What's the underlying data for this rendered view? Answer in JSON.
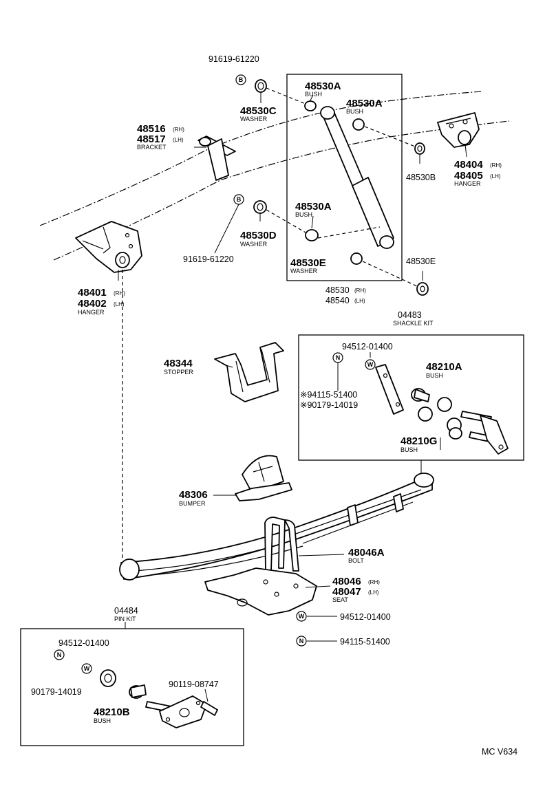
{
  "labels": {
    "p91619_top": "91619-61220",
    "p91619_mid": "91619-61220",
    "p48530C": "48530C",
    "p48530D": "48530D",
    "p48530A_1": "48530A",
    "p48530A_2": "48530A",
    "p48530A_3": "48530A",
    "p48530B": "48530B",
    "p48530E_1": "48530E",
    "p48530E_2": "48530E",
    "p48530_rh": "48530",
    "p48540_lh": "48540",
    "p48516": "48516",
    "p48517": "48517",
    "p48404": "48404",
    "p48405": "48405",
    "p48401": "48401",
    "p48402": "48402",
    "p04483": "04483",
    "p94512_kit": "94512-01400",
    "p94115_kit": "※94115-51400",
    "p90179_kit": "※90179-14019",
    "p48210A": "48210A",
    "p48210G": "48210G",
    "p48344": "48344",
    "p48306": "48306",
    "p48046A": "48046A",
    "p48046": "48046",
    "p48047": "48047",
    "p94512_seat": "94512-01400",
    "p94115_seat": "94115-51400",
    "p04484": "04484",
    "p94512_pin": "94512-01400",
    "p90179_pin": "90179-14019",
    "p90119": "90119-08747",
    "p48210B": "48210B",
    "ref": "MC V634"
  },
  "captions": {
    "washer_c": "WASHER",
    "washer_d": "WASHER",
    "washer_e": "WASHER",
    "bush_1": "BUSH",
    "bush_2": "BUSH",
    "bush_3": "BUSH",
    "bush_48210A": "BUSH",
    "bush_48210G": "BUSH",
    "bush_48210B": "BUSH",
    "bracket": "BRACKET",
    "hanger_rear": "HANGER",
    "hanger_front": "HANGER",
    "shackle_kit": "SHACKLE KIT",
    "stopper": "STOPPER",
    "bumper": "BUMPER",
    "bolt": "BOLT",
    "seat": "SEAT",
    "pin_kit": "PIN KIT"
  },
  "side_tags": {
    "rh": "(RH)",
    "lh": "(LH)"
  },
  "symbols": {
    "B": "B",
    "N": "N",
    "W": "W"
  }
}
